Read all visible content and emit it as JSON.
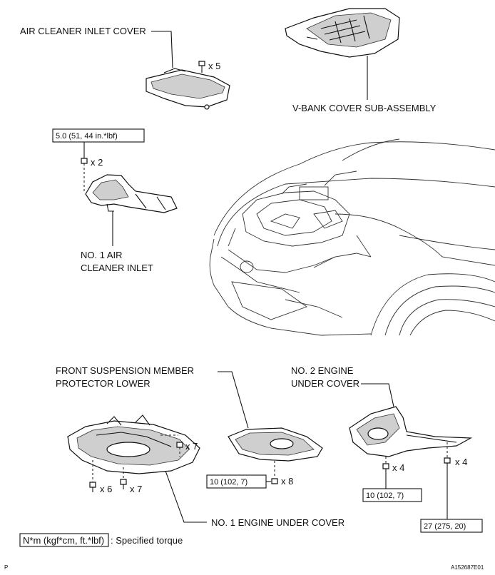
{
  "labels": {
    "air_cleaner_inlet_cover": "AIR CLEANER INLET COVER",
    "v_bank_cover": "V-BANK COVER SUB-ASSEMBLY",
    "no1_air_cleaner_inlet_line1": "NO. 1 AIR",
    "no1_air_cleaner_inlet_line2": "CLEANER INLET",
    "front_suspension_line1": "FRONT SUSPENSION MEMBER",
    "front_suspension_line2": "PROTECTOR LOWER",
    "no2_engine_under_cover_line1": "NO. 2 ENGINE",
    "no2_engine_under_cover_line2": "UNDER COVER",
    "no1_engine_under_cover": "NO. 1 ENGINE UNDER COVER"
  },
  "quantities": {
    "air_cleaner_cover_bolts": "x 5",
    "inlet_bolts": "x 2",
    "protector_bolts": "x 8",
    "no1_cover_bolts_right": "x 7",
    "no1_cover_bolts_left": "x 6",
    "no1_cover_bolts_mid": "x 7",
    "no2_cover_bolts_left": "x 4",
    "no2_cover_bolts_right": "x 4"
  },
  "torques": {
    "inlet": "5.0 (51, 44 in.*lbf)",
    "protector": "10 (102, 7)",
    "no2_left": "10 (102, 7)",
    "no2_right": "27 (275, 20)"
  },
  "legend": {
    "unit_box": "N*m (kgf*cm, ft.*lbf)",
    "description": ": Specified torque"
  },
  "footer": {
    "corner_letter": "P",
    "figure_id": "A152687E01"
  }
}
